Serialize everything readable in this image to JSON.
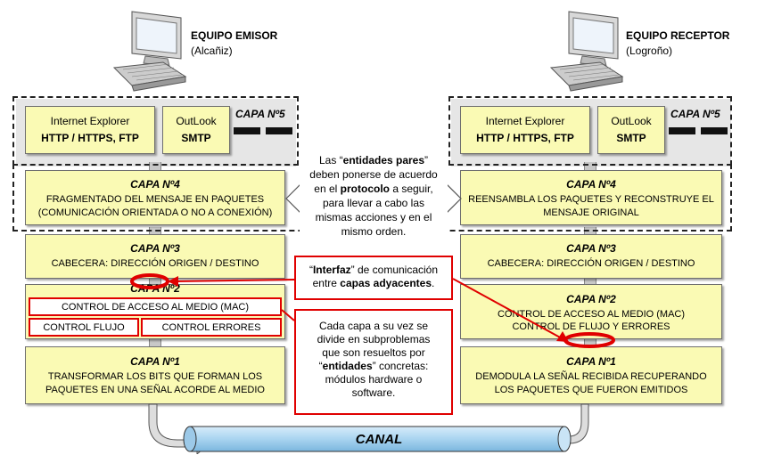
{
  "emitter": {
    "title": "EQUIPO EMISOR",
    "location": "(Alcañiz)",
    "layer5": {
      "label": "CAPA Nº5",
      "app1_line1": "Internet Explorer",
      "app1_line2": "HTTP / HTTPS, FTP",
      "app2_line1": "OutLook",
      "app2_line2": "SMTP"
    },
    "layer4": {
      "label": "CAPA Nº4",
      "line1": "FRAGMENTADO DEL MENSAJE EN PAQUETES",
      "line2": "(COMUNICACIÓN ORIENTADA O NO A CONEXIÓN)"
    },
    "layer3": {
      "label": "CAPA Nº3",
      "line1": "CABECERA: DIRECCIÓN ORIGEN / DESTINO"
    },
    "layer2": {
      "label": "CAPA Nº2",
      "mac": "CONTROL DE ACCESO AL MEDIO (MAC)",
      "flow": "CONTROL FLUJO",
      "errors": "CONTROL ERRORES"
    },
    "layer1": {
      "label": "CAPA Nº1",
      "line1": "TRANSFORMAR LOS BITS QUE FORMAN LOS",
      "line2": "PAQUETES EN UNA SEÑAL ACORDE AL MEDIO"
    }
  },
  "receiver": {
    "title": "EQUIPO RECEPTOR",
    "location": "(Logroño)",
    "layer5": {
      "label": "CAPA Nº5",
      "app1_line1": "Internet Explorer",
      "app1_line2": "HTTP / HTTPS, FTP",
      "app2_line1": "OutLook",
      "app2_line2": "SMTP"
    },
    "layer4": {
      "label": "CAPA Nº4",
      "line1": "REENSAMBLA LOS PAQUETES Y RECONSTRUYE EL",
      "line2": "MENSAJE ORIGINAL"
    },
    "layer3": {
      "label": "CAPA Nº3",
      "line1": "CABECERA: DIRECCIÓN ORIGEN / DESTINO"
    },
    "layer2": {
      "label": "CAPA Nº2",
      "line1": "CONTROL DE ACCESO AL MEDIO (MAC)",
      "line2": "CONTROL DE FLUJO Y ERRORES"
    },
    "layer1": {
      "label": "CAPA Nº1",
      "line1": "DEMODULA LA SEÑAL RECIBIDA RECUPERANDO",
      "line2": "LOS PAQUETES QUE FUERON EMITIDOS"
    }
  },
  "peer_note": {
    "l1_a": "Las “",
    "l1_b": "entidades pares",
    "l1_c": "”",
    "l2": "deben ponerse de acuerdo",
    "l3_a": "en el ",
    "l3_b": "protocolo",
    "l3_c": " a seguir,",
    "l4": "para llevar a cabo las",
    "l5": "mismas acciones y en el",
    "l6": "mismo orden."
  },
  "interface_note": {
    "l1_a": "“",
    "l1_b": "Interfaz",
    "l1_c": "” de comunicación",
    "l2_a": "entre ",
    "l2_b": "capas adyacentes",
    "l2_c": "."
  },
  "subproblem_note": {
    "l1": "Cada capa a su vez se",
    "l2": "divide en subproblemas",
    "l3": "que son resueltos por",
    "l4_a": "“",
    "l4_b": "entidades",
    "l4_c": "” concretas:",
    "l5": "módulos hardware o",
    "l6": "software."
  },
  "channel": {
    "label": "CANAL"
  },
  "colors": {
    "layer_fill": "#fafab4",
    "highlight_red": "#e00000",
    "channel_blue": "#a9d4f0"
  }
}
